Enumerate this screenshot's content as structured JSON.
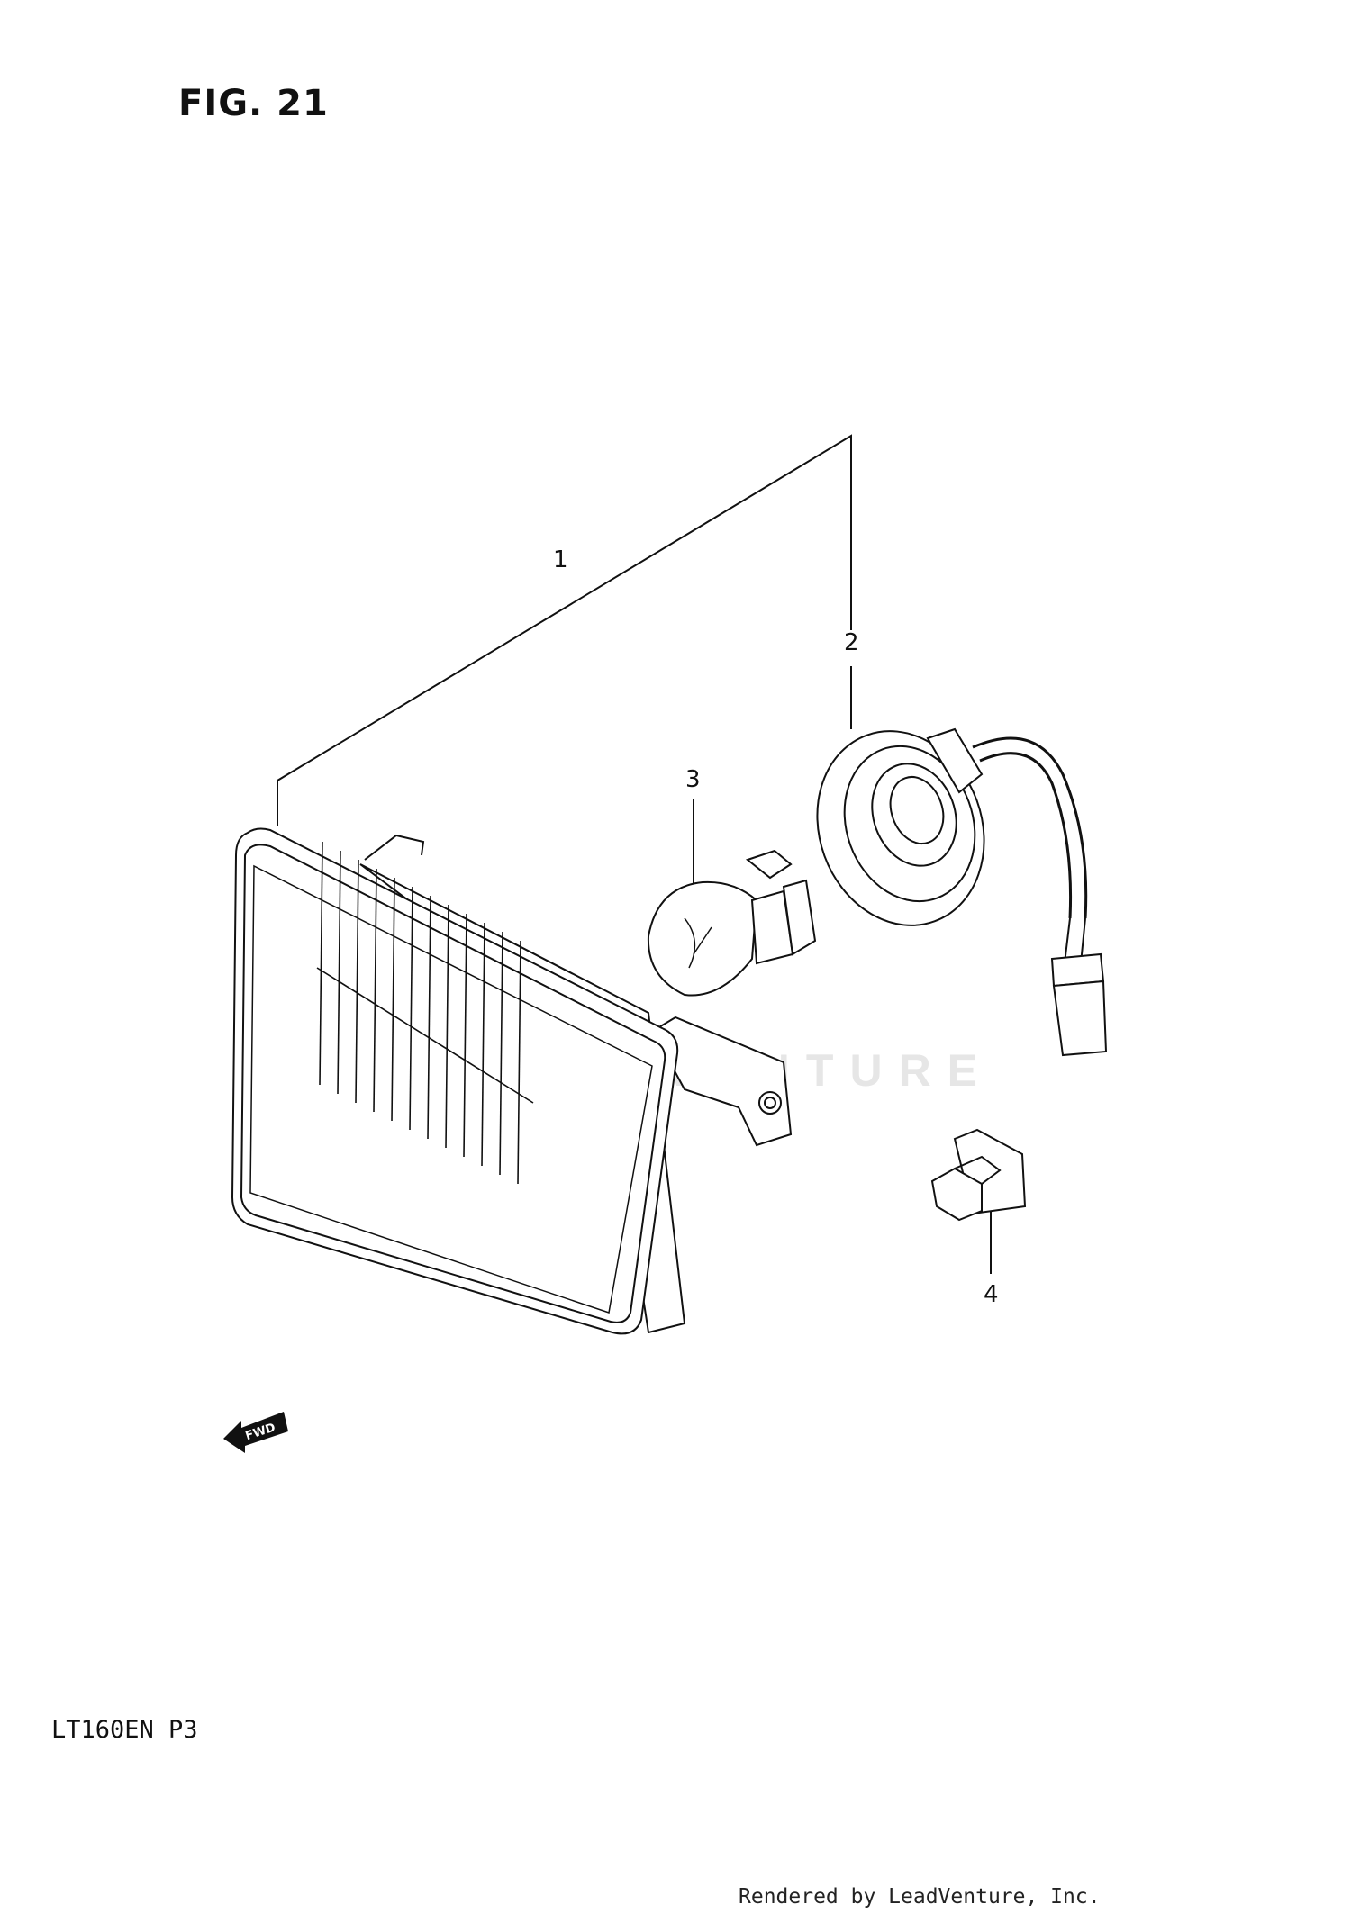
{
  "figure": {
    "title": "FIG. 21",
    "model_code": "LT160EN P3",
    "watermark": "LEADVENTURE",
    "footer": "Rendered by LeadVenture, Inc.",
    "fwd_label": "FWD"
  },
  "callouts": [
    {
      "number": "1",
      "part": "headlight-assembly"
    },
    {
      "number": "2",
      "part": "bulb-socket"
    },
    {
      "number": "3",
      "part": "bulb"
    },
    {
      "number": "4",
      "part": "wire-clamp"
    }
  ]
}
